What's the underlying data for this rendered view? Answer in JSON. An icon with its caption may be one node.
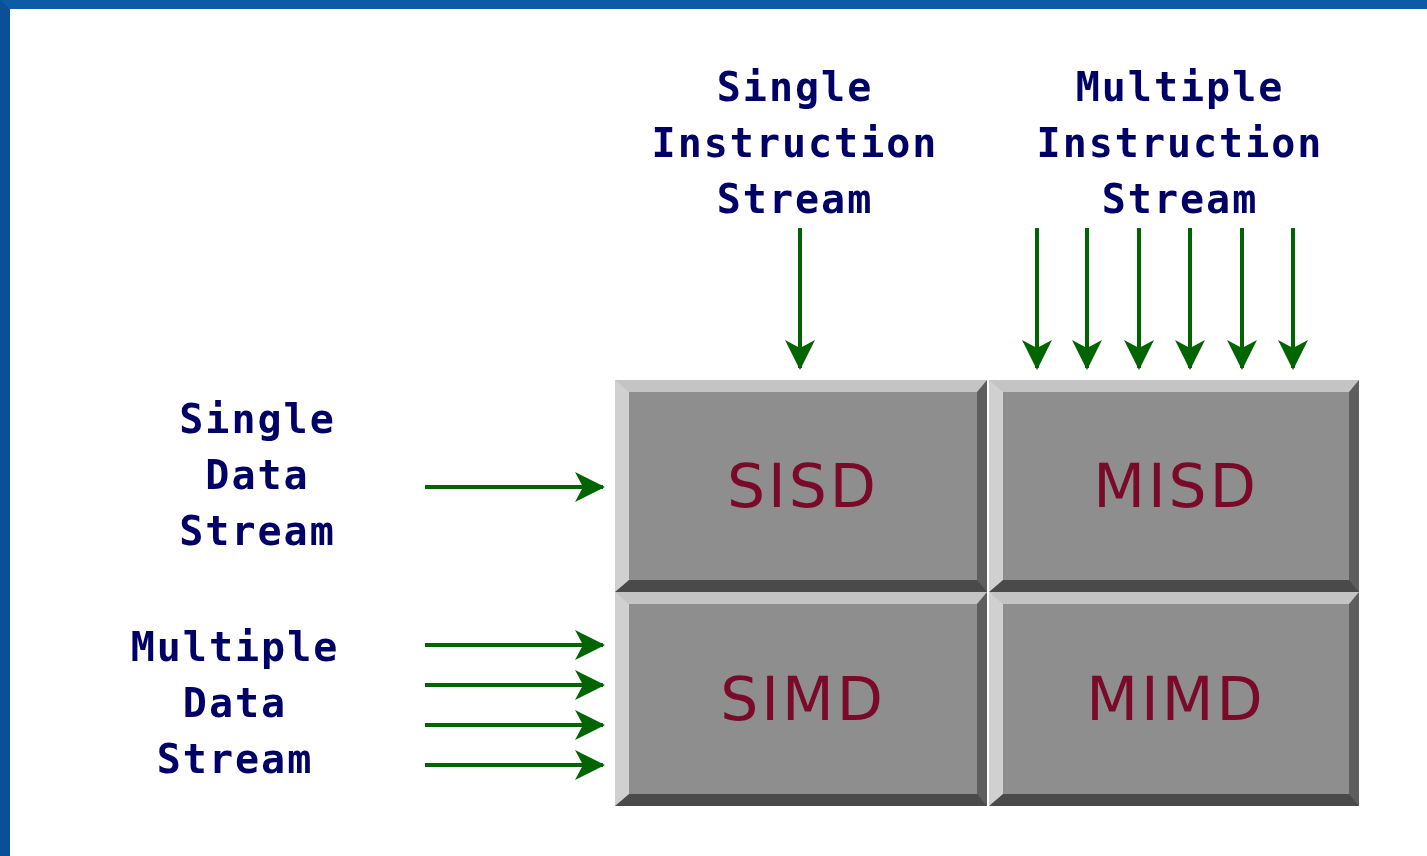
{
  "diagram": {
    "nodes": [
      {
        "text": [
          "Single Instruction Stream"
        ]
      },
      {
        "text": [
          "Multiple Instruction Stream"
        ]
      },
      {
        "text": [
          "Single Data Stream"
        ]
      },
      {
        "text": [
          "SISD"
        ]
      },
      {
        "text": [
          "MISD"
        ]
      },
      {
        "text": [
          "Multiple Data Stream"
        ]
      },
      {
        "text": [
          "SIMD"
        ]
      },
      {
        "text": [
          "MIMD"
        ]
      }
    ],
    "edges": [
      {
        "from": 0,
        "to": 3,
        "arrow": "to"
      },
      {
        "from": 1,
        "to": 4,
        "arrow": "to"
      },
      {
        "from": 1,
        "to": 4,
        "arrow": "to"
      },
      {
        "from": 1,
        "to": 4,
        "arrow": "to"
      },
      {
        "from": 1,
        "to": 4,
        "arrow": "to"
      },
      {
        "from": 1,
        "to": 4,
        "arrow": "to"
      },
      {
        "from": 1,
        "to": 4,
        "arrow": "to"
      },
      {
        "from": 2,
        "to": 3,
        "arrow": "to"
      },
      {
        "from": 5,
        "to": 6,
        "arrow": "to"
      },
      {
        "from": 5,
        "to": 6,
        "arrow": "to"
      },
      {
        "from": 5,
        "to": 6,
        "arrow": "to"
      },
      {
        "from": 5,
        "to": 6,
        "arrow": "to"
      }
    ]
  }
}
